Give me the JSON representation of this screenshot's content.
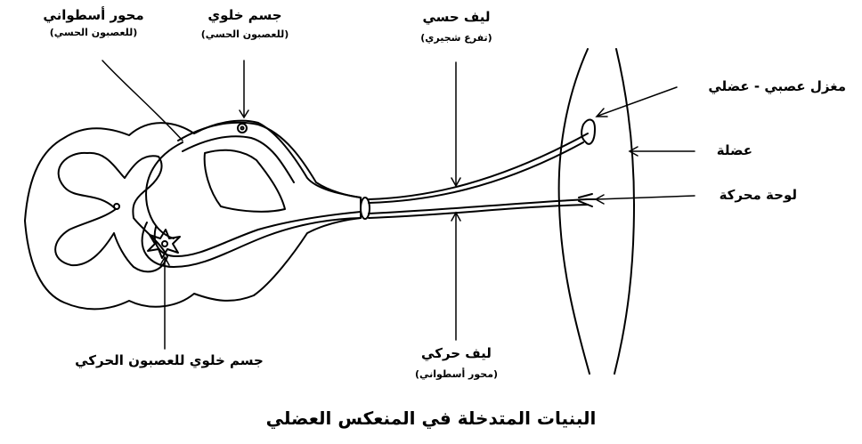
{
  "labels": {
    "sensory_axon": {
      "main": "محور أسطواني",
      "sub": "(للعصبون الحسي)"
    },
    "sensory_cell_body": {
      "main": "جسم خلوي",
      "sub": "(للعصبون الحسي)"
    },
    "sensory_fiber": {
      "main": "ليف حسي",
      "sub": "(تفرع شجيري)"
    },
    "neuromuscular_spindle": "مغزل عصبي - عضلي",
    "muscle": "عضلة",
    "motor_plate": "لوحة محركة",
    "motor_cell_body": "جسم خلوي للعصبون الحركي",
    "motor_fiber": {
      "main": "ليف حركي",
      "sub": "(محور أسطواني)"
    }
  },
  "caption": "البنيات المتدخلة في المنعكس العضلي"
}
